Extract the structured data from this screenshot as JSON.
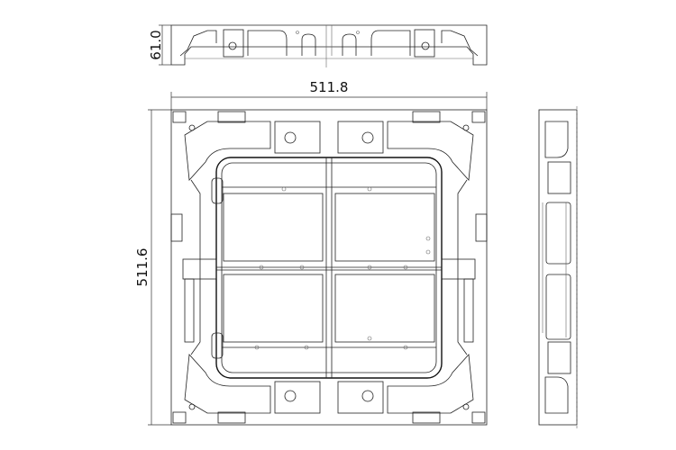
{
  "drawing": {
    "top_view": {
      "height_dimension": "61.0"
    },
    "front_view": {
      "width_dimension": "511.8",
      "height_dimension": "511.6"
    },
    "side_view": {}
  },
  "colors": {
    "line": "#222222",
    "background": "#ffffff"
  }
}
